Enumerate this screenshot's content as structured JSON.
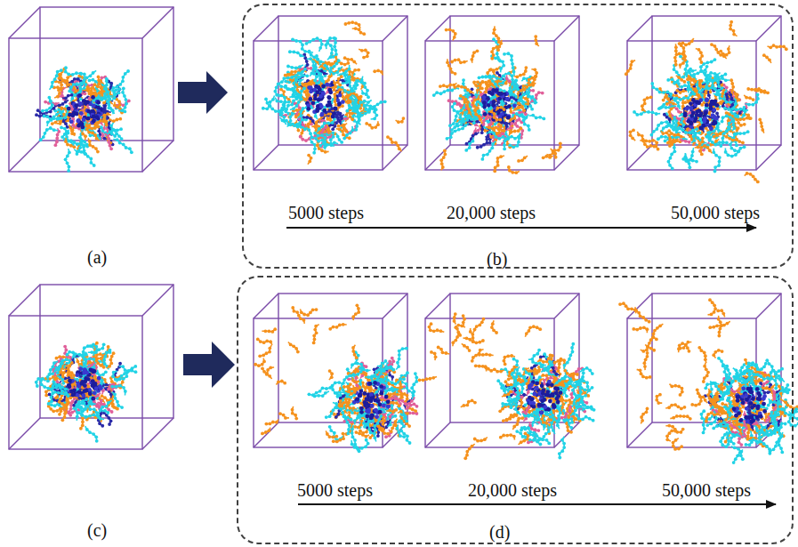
{
  "diagram": {
    "nodes": [
      {
        "text": [
          "5000 steps",
          "20,000 steps",
          "50,000 steps",
          "(b)"
        ]
      },
      {
        "text": [
          "5000 steps",
          "20,000 steps",
          "50,000 steps",
          "(d)"
        ]
      }
    ],
    "labels": [
      "(a)",
      "(c)"
    ]
  }
}
